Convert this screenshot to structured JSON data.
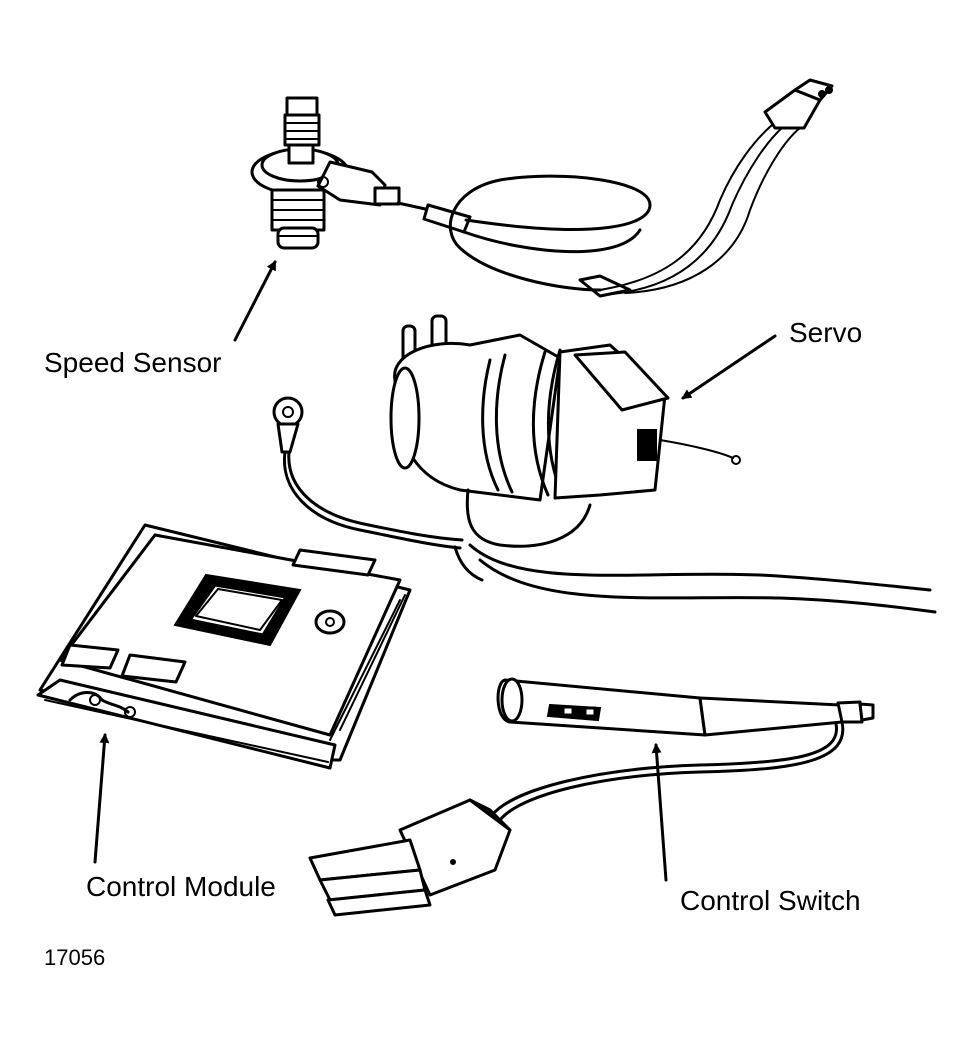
{
  "labels": {
    "speed_sensor": "Speed Sensor",
    "servo": "Servo",
    "control_module": "Control Module",
    "control_switch": "Control Switch",
    "figure_number": "17056"
  },
  "colors": {
    "ink": "#000000",
    "paper": "#ffffff"
  }
}
